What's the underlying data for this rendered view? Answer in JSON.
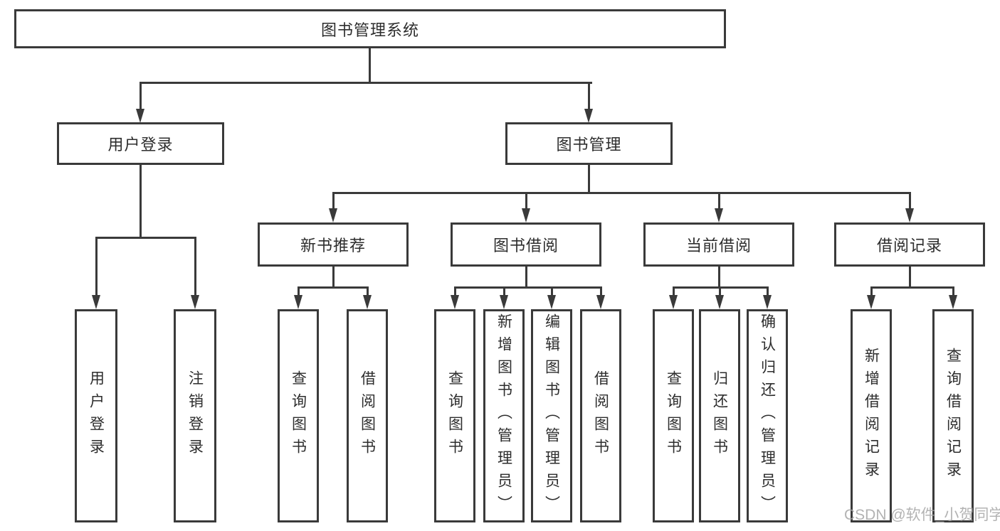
{
  "colors": {
    "line": "#3a3a3a",
    "text": "#2d2d2d",
    "background": "#ffffff",
    "watermark": "#a6a6a6"
  },
  "tree": {
    "root": "图书管理系统",
    "children": [
      {
        "label": "用户登录",
        "children": [
          "用户登录",
          "注销登录"
        ]
      },
      {
        "label": "图书管理",
        "children": [
          {
            "label": "新书推荐",
            "children": [
              "查询图书",
              "借阅图书"
            ]
          },
          {
            "label": "图书借阅",
            "children": [
              "查询图书",
              "新增图书（管理员）",
              "编辑图书（管理员）",
              "借阅图书"
            ]
          },
          {
            "label": "当前借阅",
            "children": [
              "查询图书",
              "归还图书",
              "确认归还（管理员）"
            ]
          },
          {
            "label": "借阅记录",
            "children": [
              "新增借阅记录",
              "查询借阅记录"
            ]
          }
        ]
      }
    ]
  },
  "watermark": "CSDN @软件_小贺同学"
}
